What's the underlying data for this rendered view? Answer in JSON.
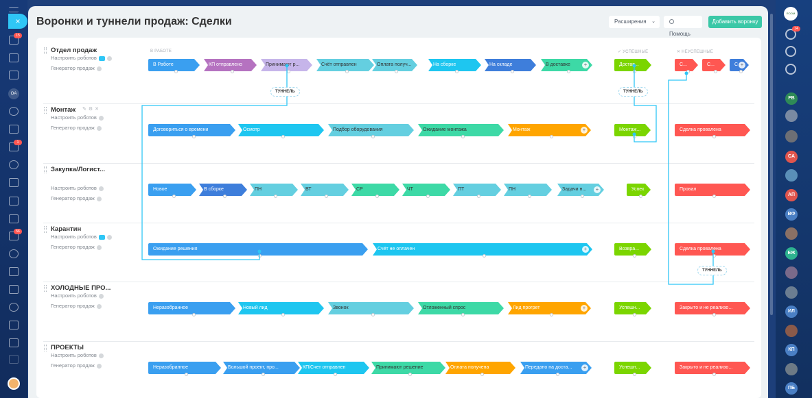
{
  "page": {
    "title": "Воронки и туннели продаж: Сделки",
    "extensions_label": "Расширения",
    "help_label": "Помощь",
    "add_funnel_label": "Добавить воронку"
  },
  "columns": {
    "in_work": "В РАБОТЕ",
    "success": "УСПЕШНЫЕ",
    "fail": "НЕУСПЕШНЫЕ",
    "success_mark": "✓",
    "fail_mark": "✕"
  },
  "links": {
    "robots": "Настроить роботов",
    "generator": "Генератор продаж",
    "tunnel": "ТУННЕЛЬ"
  },
  "left_sidebar": {
    "close_icon": "×",
    "badge_1": "15",
    "badge_2": "1",
    "badge_3": "56",
    "oa_initials": "OA"
  },
  "right_sidebar": {
    "logo_text": "ROOM",
    "notification_count": "14",
    "avatars": [
      "FB",
      "CA",
      "АП",
      "ВФ",
      "ЕЖ",
      "ИЛ",
      "КП",
      "ПБ"
    ]
  },
  "colors": {
    "in_work_palette": [
      "#3a9ff0",
      "#b572c0",
      "#c6b5ea",
      "#64cfe0",
      "#1ec6f0",
      "#3e7edb",
      "#3dd9a6",
      "#ffa500"
    ],
    "success": "#7bd500",
    "fail": "#ff5752",
    "tunnel_line": "#2fc6f6",
    "add_button": "#3bc8a7"
  },
  "funnels": [
    {
      "name": "Отдел продаж",
      "stages": [
        "В Работе",
        "КП отправлено",
        "Принимают р...",
        "Счёт отправлен",
        "Оплата получ...",
        "На сборке",
        "На складе",
        "В доставке"
      ],
      "success": "Достав...",
      "fails": [
        "С...",
        "С...",
        "С"
      ]
    },
    {
      "name": "Монтаж",
      "stages": [
        "Договориться о времени",
        "Осмотр",
        "Подбор оборудования",
        "Ожидание монтажа",
        "Монтаж"
      ],
      "success": "Монтаж...",
      "fails": [
        "Сделка провалена"
      ]
    },
    {
      "name": "Закупка/Логист...",
      "stages": [
        "Новое",
        "В сборке",
        "ПН",
        "ВТ",
        "СР",
        "ЧТ",
        "ПТ",
        "ПН",
        "Задачи н..."
      ],
      "success": "Успех",
      "fails": [
        "Провал"
      ]
    },
    {
      "name": "Карантин",
      "stages": [
        "Ожидание решения",
        "Счёт не оплачен"
      ],
      "success": "Возвра...",
      "fails": [
        "Сделка провалена"
      ]
    },
    {
      "name": "ХОЛОДНЫЕ ПРО...",
      "stages": [
        "Неразобранное",
        "Новый лид",
        "Звонок",
        "Отложенный спрос",
        "Лид прогрет"
      ],
      "success": "Успешн...",
      "fails": [
        "Закрыто и не реализо..."
      ]
    },
    {
      "name": "ПРОЕКТЫ",
      "stages": [
        "Неразобранное",
        "Большой проект, про...",
        "КП/Счет отправлен",
        "Принимают решение",
        "Оплата получена",
        "Передано на доста..."
      ],
      "success": "Успешн...",
      "fails": [
        "Закрыто и не реализо..."
      ]
    }
  ]
}
